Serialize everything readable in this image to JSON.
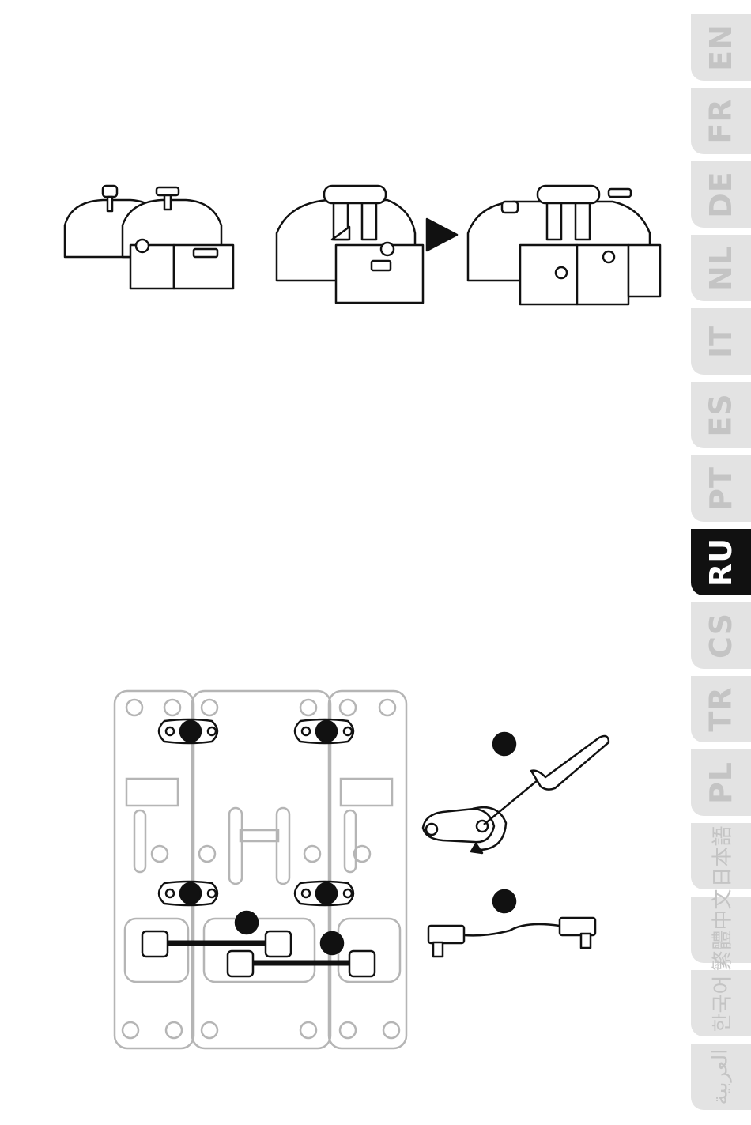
{
  "language_tabs": [
    {
      "label": "EN",
      "active": false
    },
    {
      "label": "FR",
      "active": false
    },
    {
      "label": "DE",
      "active": false
    },
    {
      "label": "NL",
      "active": false
    },
    {
      "label": "IT",
      "active": false
    },
    {
      "label": "ES",
      "active": false
    },
    {
      "label": "PT",
      "active": false
    },
    {
      "label": "RU",
      "active": true
    },
    {
      "label": "CS",
      "active": false
    },
    {
      "label": "TR",
      "active": false
    },
    {
      "label": "PL",
      "active": false
    },
    {
      "label": "日本語",
      "active": false
    },
    {
      "label": "繁體中文",
      "active": false
    },
    {
      "label": "한국어",
      "active": false
    },
    {
      "label": "العربية",
      "active": false
    }
  ],
  "colors": {
    "tab_background": "#e3e3e3",
    "tab_text": "#c4c4c4",
    "tab_active_background": "#111111",
    "tab_active_text": "#ffffff",
    "line_art": "#111111",
    "faded_plate": "#b5b5b5"
  },
  "icons": {
    "arrow": "play-arrow-icon",
    "screwdriver": "screwdriver-icon",
    "rotate": "rotate-arrow-icon",
    "cable": "cable-icon"
  }
}
